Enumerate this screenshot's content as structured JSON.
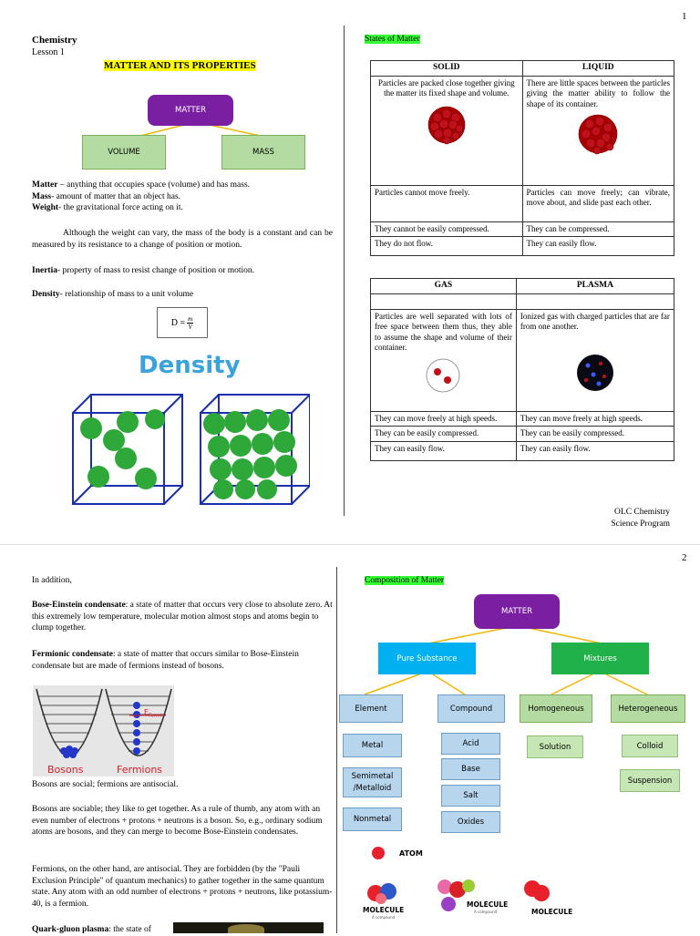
{
  "page1": {
    "page_number": "1",
    "course": "Chemistry",
    "lesson": "Lesson 1",
    "title": "MATTER AND ITS PROPERTIES",
    "diagram": {
      "matter": "MATTER",
      "volume": "VOLUME",
      "mass": "MASS"
    },
    "definitions": [
      {
        "term": "Matter",
        "text": " – anything that occupies space (volume) and has mass."
      },
      {
        "term": "Mass",
        "text": "- amount of matter that an object has."
      },
      {
        "term": "Weight",
        "text": "- the gravitational force acting on it."
      }
    ],
    "paragraph": "Although the weight can vary, the mass of the body is a constant and can be measured by its resistance to a change of position or motion.",
    "inertia": {
      "term": "Inertia",
      "text": "- property of mass to resist change of position or motion."
    },
    "density": {
      "term": "Density",
      "text": "- relationship of mass to a unit volume"
    },
    "formula": {
      "lhs": "D =",
      "num": "m",
      "den": "V"
    },
    "density_graphic_title": "Density",
    "states_heading": "States of Matter",
    "table1": {
      "headers": [
        "SOLID",
        "LIQUID"
      ],
      "rows": [
        [
          "Particles are packed close together giving the matter its fixed shape and volume.",
          "There are little spaces between the particles giving the matter ability to follow the shape of its container."
        ],
        [
          "Particles cannot move freely.",
          "Particles can move freely; can vibrate, move about, and slide past each other."
        ],
        [
          "They cannot be easily compressed.",
          "They can be compressed."
        ],
        [
          "They do not flow.",
          "They can easily flow."
        ]
      ]
    },
    "table2": {
      "headers": [
        "GAS",
        "PLASMA"
      ],
      "rows": [
        [
          "Particles are well separated with lots of free space between them thus, they able to assume the shape and volume of their container.",
          "Ionized gas with charged particles that are far from one another."
        ],
        [
          "They can move freely at high speeds.",
          "They can move freely at high speeds."
        ],
        [
          "They can be easily compressed.",
          "They can be easily compressed."
        ],
        [
          "They can easily flow.",
          "They can easily flow."
        ]
      ]
    },
    "footer": [
      "OLC Chemistry",
      "Science Program"
    ]
  },
  "page2": {
    "page_number": "2",
    "intro": "In addition,",
    "bec": {
      "term": "Bose-Einstein condensate",
      "text": ": a state of matter that occurs very close to absolute zero. At this extremely low temperature, molecular motion almost stops and atoms begin to clump together."
    },
    "fermionic": {
      "term": "Fermionic condensate",
      "text": ": a state of matter that occurs similar to Bose-Einstein condensate but are made of fermions instead of bosons."
    },
    "diagram_labels": {
      "bosons": "Bosons",
      "fermions": "Fermions",
      "efermi": "E",
      "efermi_sub": "Fermi"
    },
    "bosons_line": "Bosons are social; fermions are antisocial.",
    "bosons_para": "Bosons are sociable; they like to get together. As a rule of thumb, any atom with an even number of electrons + protons + neutrons is a boson. So, e.g., ordinary sodium atoms are bosons, and they can merge to become Bose-Einstein condensates.",
    "fermions_para": "Fermions, on the other hand, are antisocial. They are forbidden (by the \"Pauli Exclusion Principle\" of quantum mechanics) to gather together in the same quantum state. Any atom with an odd number of electrons + protons + neutrons, like potassium-40, is a fermion.",
    "qgp": {
      "term": "Quark-gluon plasma",
      "text": ": the state of"
    },
    "composition_heading": "Composition of Matter",
    "tree": {
      "matter": "MATTER",
      "pure": "Pure Substance",
      "mixtures": "Mixtures",
      "element": "Element",
      "compound": "Compound",
      "homogeneous": "Homogeneous",
      "heterogeneous": "Heterogeneous",
      "metal": "Metal",
      "semimetal": "Semimetal /Metalloid",
      "nonmetal": "Nonmetal",
      "acid": "Acid",
      "base": "Base",
      "salt": "Salt",
      "oxides": "Oxides",
      "solution": "Solution",
      "colloid": "Colloid",
      "suspension": "Suspension"
    },
    "legend": {
      "atom": "ATOM",
      "molecule1": "MOLECULE",
      "molecule1_sub": "A compound",
      "molecule2": "MOLECULE",
      "molecule2_sub": "A compound",
      "molecule3": "MOLECULE"
    },
    "colors": {
      "yellow_highlight": "#ffff00",
      "green_highlight": "#33ff33",
      "purple": "#7b1fa2",
      "arrow": "#f2b705"
    }
  }
}
